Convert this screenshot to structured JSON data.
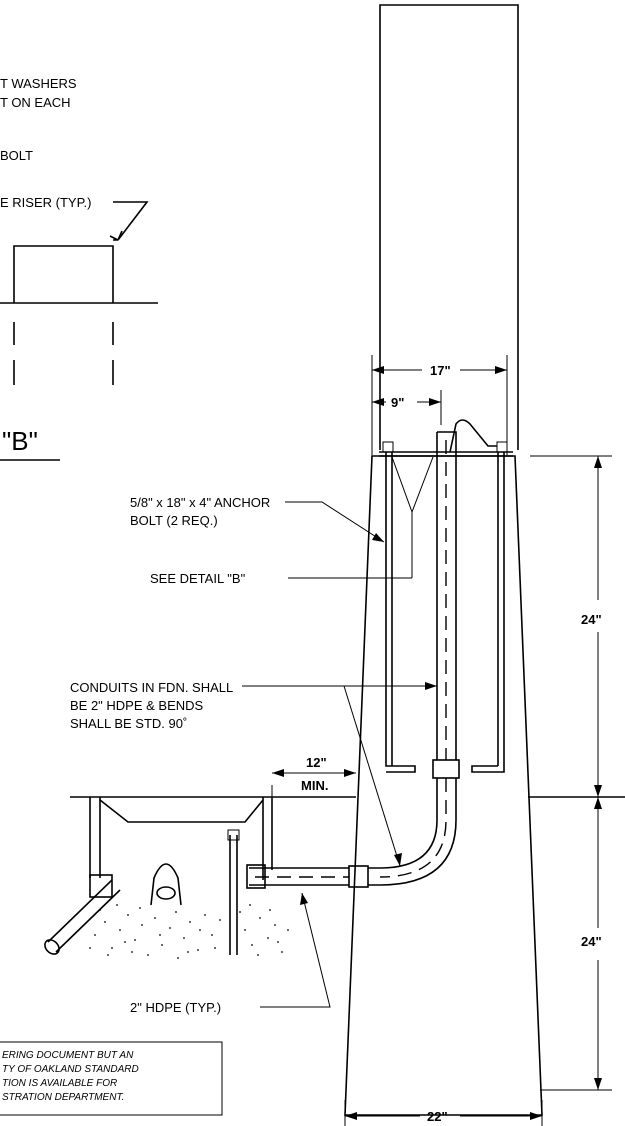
{
  "labels": {
    "washers_line1": "T WASHERS",
    "washers_line2": "T ON EACH",
    "bolt": "BOLT",
    "riser": "E RISER (TYP.)",
    "detail_b": "\"B\"",
    "anchor_line1": "5/8\" x 18\" x 4\" ANCHOR",
    "anchor_line2": "BOLT (2 REQ.)",
    "see_detail": "SEE DETAIL \"B\"",
    "conduits_line1": "CONDUITS IN FDN. SHALL",
    "conduits_line2": "BE 2\" HDPE & BENDS",
    "conduits_line3": "SHALL BE STD. 90˚",
    "hdpe": "2\" HDPE (TYP.)"
  },
  "dimensions": {
    "top_width": "17\"",
    "bolt_offset": "9\"",
    "upper_depth": "24\"",
    "lower_depth": "24\"",
    "clearance_value": "12\"",
    "clearance_min": "MIN.",
    "base_width": "22\""
  },
  "note_lines": [
    "ERING DOCUMENT BUT AN",
    "TY OF OAKLAND STANDARD",
    "TION IS AVAILABLE FOR",
    "STRATION DEPARTMENT."
  ]
}
